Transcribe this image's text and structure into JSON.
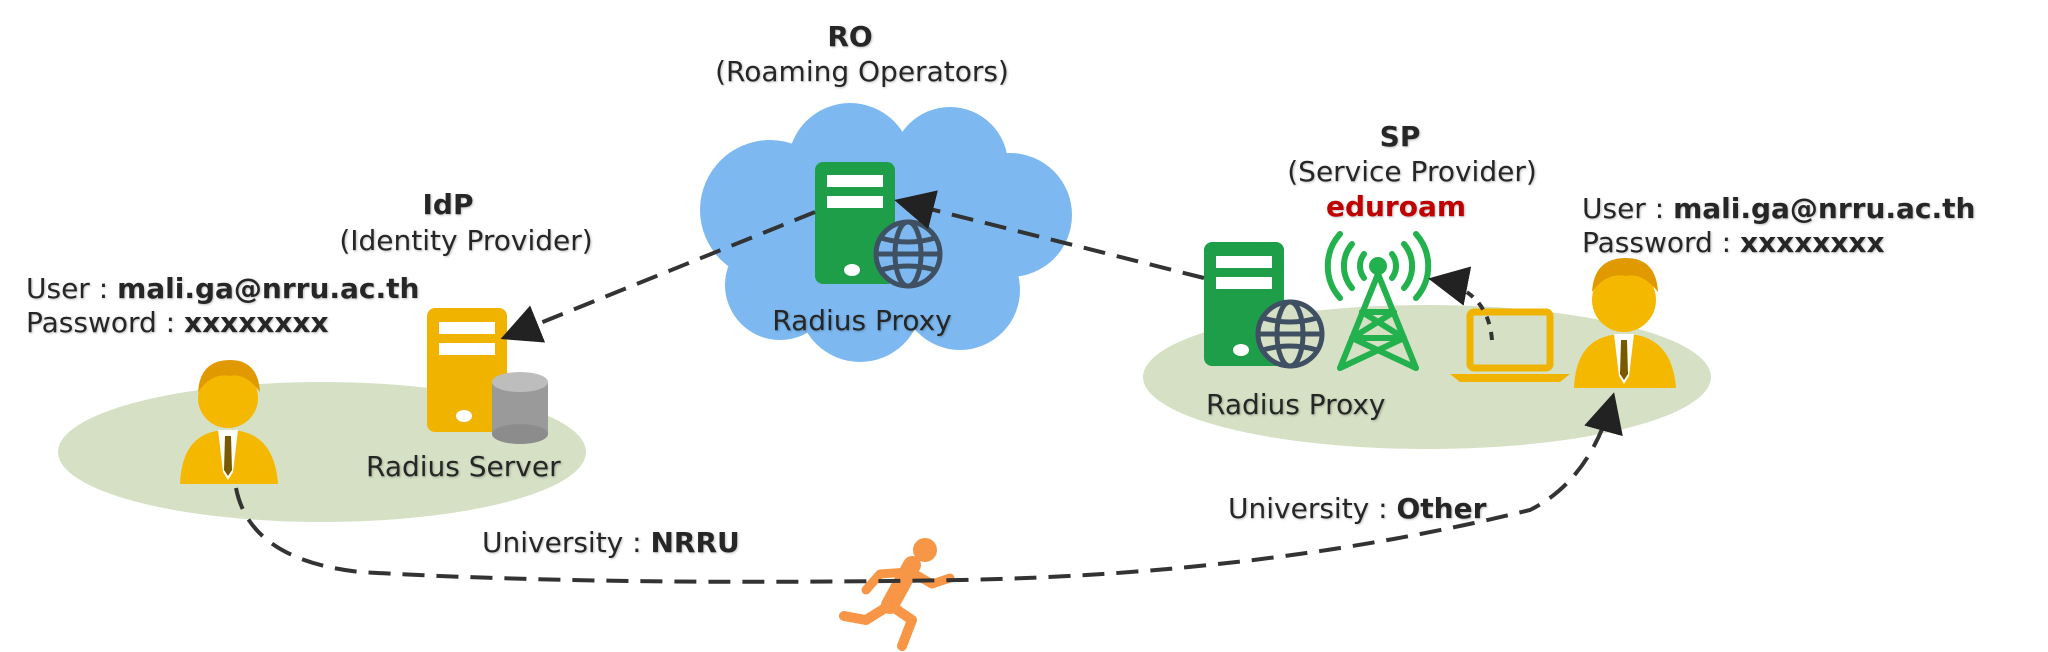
{
  "ro": {
    "abbr": "RO",
    "full": "(Roaming Operators)",
    "server_label": "Radius Proxy"
  },
  "idp": {
    "abbr": "IdP",
    "full": "(Identity Provider)",
    "server_label": "Radius Server"
  },
  "sp": {
    "abbr": "SP",
    "full": "(Service Provider)",
    "network": "eduroam",
    "server_label": "Radius Proxy"
  },
  "left_user": {
    "user_prefix": "User : ",
    "user": "mali.ga@nrru.ac.th",
    "pass_prefix": "Password : ",
    "pass": "xxxxxxxx"
  },
  "right_user": {
    "user_prefix": "User : ",
    "user": "mali.ga@nrru.ac.th",
    "pass_prefix": "Password : ",
    "pass": "xxxxxxxx"
  },
  "university_left": {
    "prefix": "University : ",
    "name": "NRRU"
  },
  "university_right": {
    "prefix": "University : ",
    "name": "Other"
  },
  "colors": {
    "cloud": "#7db9f0",
    "ellipse": "#d5e0c4",
    "server_green": "#1f9e4a",
    "server_yellow": "#f0b400",
    "person": "#f5b800",
    "runner": "#f79646",
    "eduroam": "#c00000"
  }
}
